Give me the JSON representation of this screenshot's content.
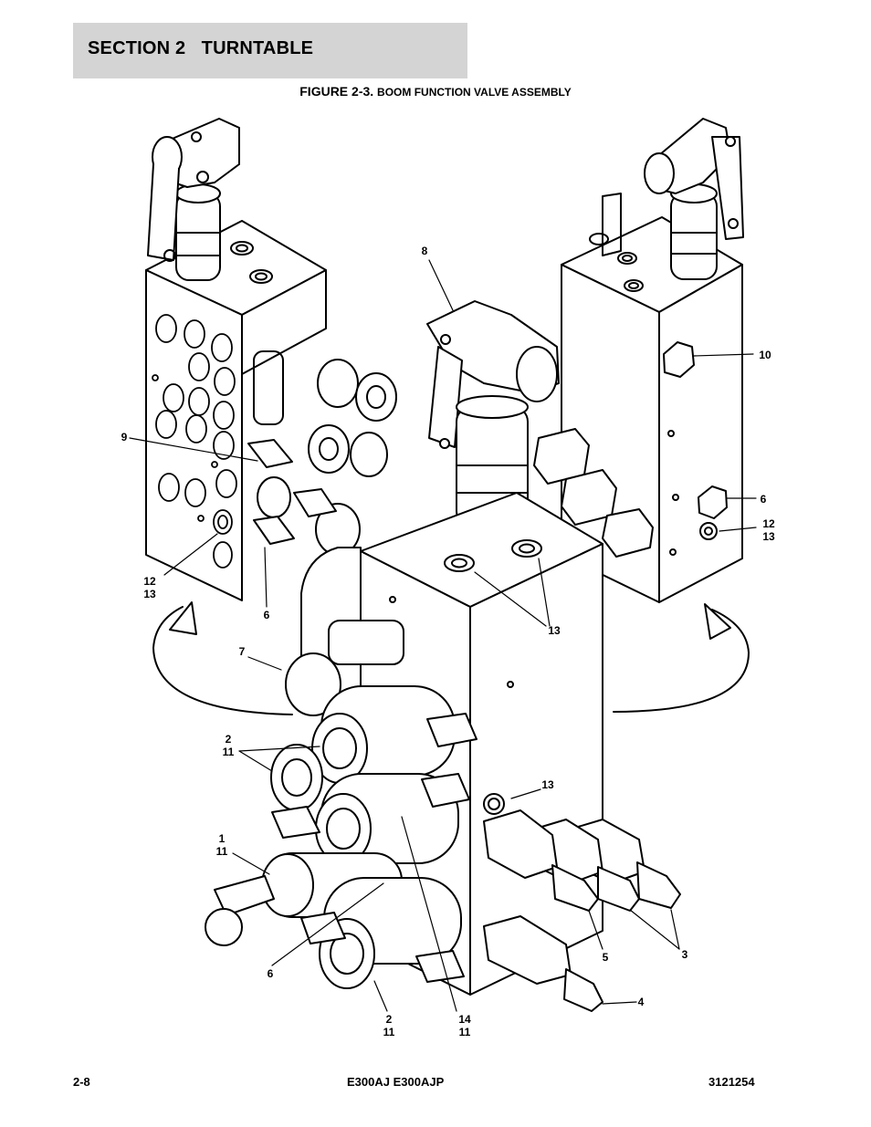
{
  "header": {
    "section": "SECTION 2   TURNTABLE",
    "figure_prefix": "FIGURE 2-3.",
    "figure_title": "BOOM FUNCTION VALVE ASSEMBLY"
  },
  "callouts": [
    {
      "id": "c8",
      "lines": [
        "8"
      ]
    },
    {
      "id": "c10",
      "lines": [
        "10"
      ]
    },
    {
      "id": "c9",
      "lines": [
        "9"
      ]
    },
    {
      "id": "c6a",
      "lines": [
        "6"
      ]
    },
    {
      "id": "c12a",
      "lines": [
        "12",
        "13"
      ]
    },
    {
      "id": "c6b",
      "lines": [
        "6"
      ]
    },
    {
      "id": "c12b",
      "lines": [
        "12",
        "13"
      ]
    },
    {
      "id": "c13a",
      "lines": [
        "13"
      ]
    },
    {
      "id": "c7",
      "lines": [
        "7"
      ]
    },
    {
      "id": "c2a",
      "lines": [
        "2",
        "11"
      ]
    },
    {
      "id": "c13b",
      "lines": [
        "13"
      ]
    },
    {
      "id": "c1",
      "lines": [
        "1",
        "11"
      ]
    },
    {
      "id": "c6c",
      "lines": [
        "6"
      ]
    },
    {
      "id": "c5",
      "lines": [
        "5"
      ]
    },
    {
      "id": "c3",
      "lines": [
        "3"
      ]
    },
    {
      "id": "c4",
      "lines": [
        "4"
      ]
    },
    {
      "id": "c2b",
      "lines": [
        "2",
        "11"
      ]
    },
    {
      "id": "c14",
      "lines": [
        "14",
        "11"
      ]
    }
  ],
  "footer": {
    "page": "2-8",
    "model": "E300AJ E300AJP",
    "doc_number": "3121254"
  }
}
